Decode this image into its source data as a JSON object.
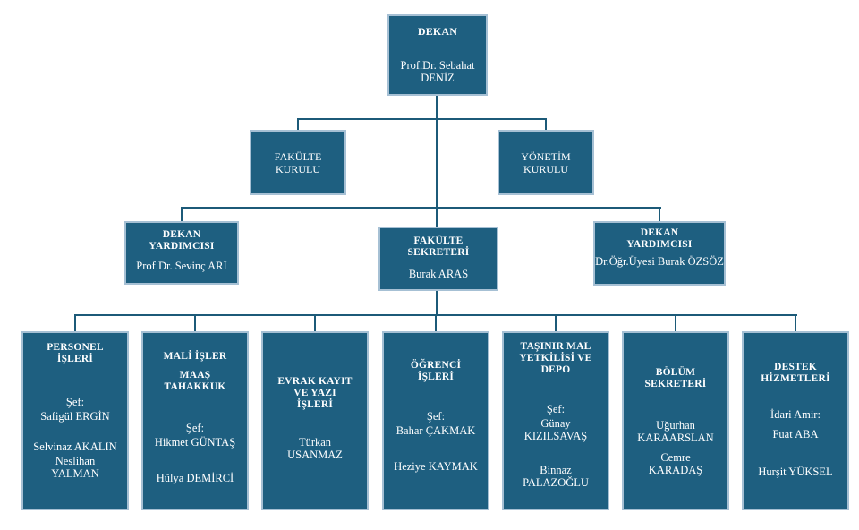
{
  "palette": {
    "box_fill": "#1E5F80",
    "box_border": "#A6C0D4",
    "connector": "#1C5A78",
    "text": "#FFFFFF",
    "background": "#FFFFFF"
  },
  "org_chart": {
    "dean": {
      "title": "DEKAN",
      "person": "Prof.Dr. Sebahat DENİZ"
    },
    "boards": [
      {
        "title": "FAKÜLTE KURULU"
      },
      {
        "title": "YÖNETİM KURULU"
      }
    ],
    "management": [
      {
        "title": "DEKAN YARDIMCISI",
        "person": "Prof.Dr. Sevinç ARI"
      },
      {
        "title": "FAKÜLTE SEKRETERİ",
        "person": "Burak ARAS"
      },
      {
        "title": "DEKAN YARDIMCISI",
        "person": "Dr.Öğr.Üyesi Burak ÖZSÖZ"
      }
    ],
    "departments": [
      {
        "title": "PERSONEL İŞLERİ",
        "role_label": "Şef:",
        "chief": "Safigül ERGİN",
        "staff": [
          "Selvinaz AKALIN",
          "Neslihan YALMAN"
        ]
      },
      {
        "title": "MALİ İŞLER",
        "subtitle": "MAAŞ TAHAKKUK",
        "role_label": "Şef:",
        "chief": "Hikmet GÜNTAŞ",
        "staff": [
          "Hülya DEMİRCİ"
        ]
      },
      {
        "title": "EVRAK KAYIT VE YAZI İŞLERİ",
        "staff": [
          "Türkan USANMAZ"
        ]
      },
      {
        "title": "ÖĞRENCİ İŞLERİ",
        "role_label": "Şef:",
        "chief": "Bahar ÇAKMAK",
        "staff": [
          "Heziye KAYMAK"
        ]
      },
      {
        "title": "TAŞINIR MAL YETKİLİSİ VE DEPO",
        "role_label": "Şef:",
        "chief": "Günay KIZILSAVAŞ",
        "staff": [
          "Binnaz PALAZOĞLU"
        ]
      },
      {
        "title": "BÖLÜM SEKRETERİ",
        "staff": [
          "Uğurhan KARAARSLAN",
          "Cemre KARADAŞ"
        ]
      },
      {
        "title": "DESTEK HİZMETLERİ",
        "role_label": "İdari Amir:",
        "chief": "Fuat ABA",
        "staff": [
          "Hurşit YÜKSEL"
        ]
      }
    ]
  }
}
